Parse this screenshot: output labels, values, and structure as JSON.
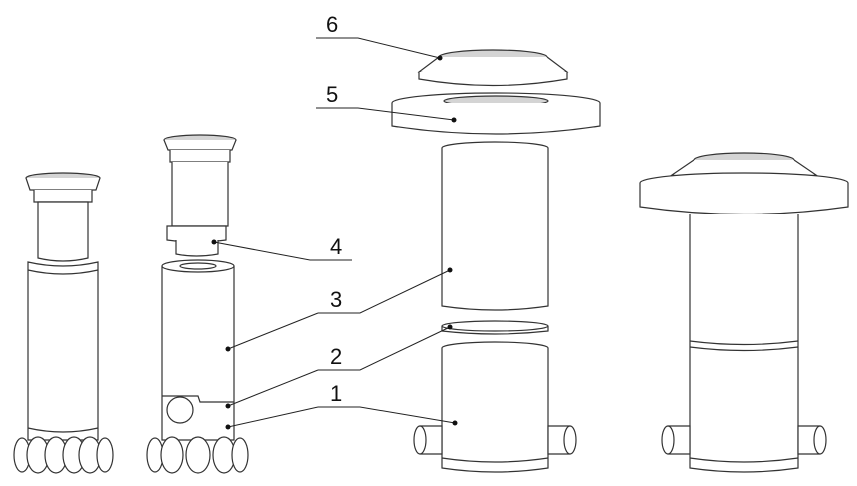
{
  "callouts": [
    {
      "id": "1",
      "text": "1"
    },
    {
      "id": "2",
      "text": "2"
    },
    {
      "id": "3",
      "text": "3"
    },
    {
      "id": "4",
      "text": "4"
    },
    {
      "id": "5",
      "text": "5"
    },
    {
      "id": "6",
      "text": "6"
    }
  ],
  "colors": {
    "line": "#333333",
    "cap_fill": "#d4d4d4",
    "background": "#ffffff"
  }
}
